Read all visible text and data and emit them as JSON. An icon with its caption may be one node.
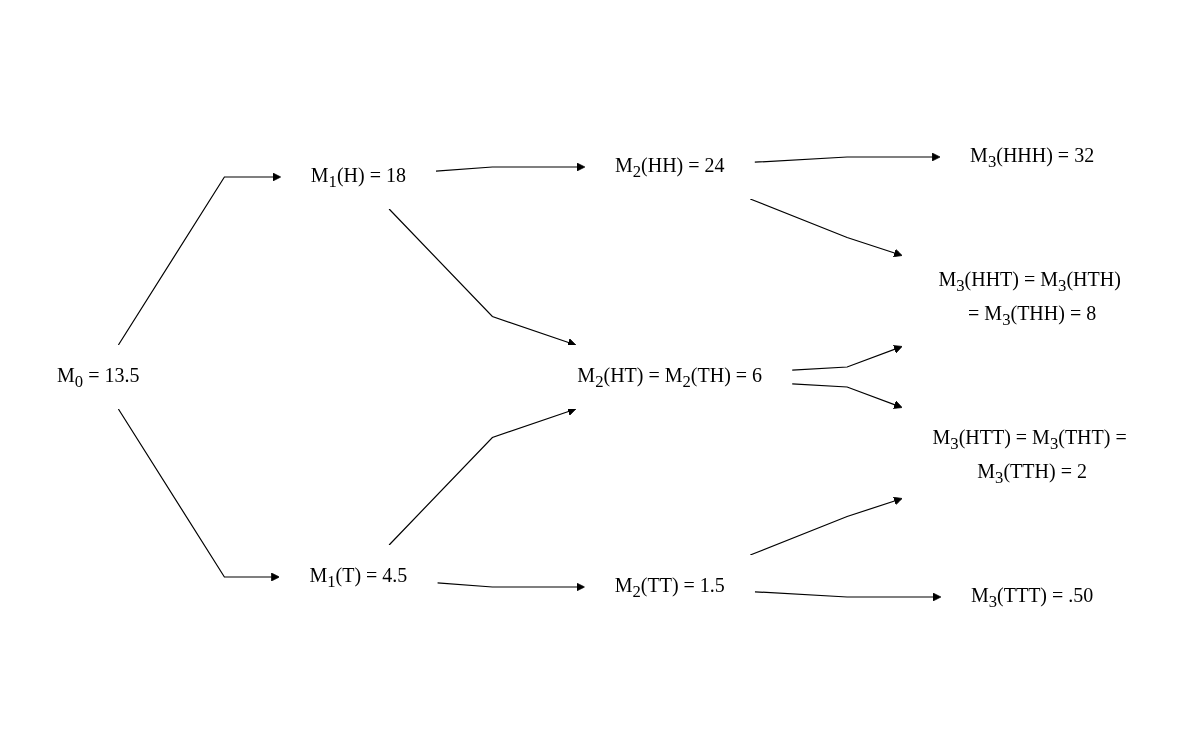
{
  "diagram": {
    "nodes": [
      {
        "text": [
          "M$_{0}$ = 13.5"
        ]
      },
      {
        "text": [
          "M$_{1}$(H) = 18"
        ]
      },
      {
        "text": [
          "M$_{1}$(T) = 4.5"
        ]
      },
      {
        "text": [
          "M$_{2}$(HH) = 24"
        ]
      },
      {
        "text": [
          "M$_{2}$(HT) = M$_{2}$(TH) = 6"
        ]
      },
      {
        "text": [
          "M$_{2}$(TT) = 1.5"
        ]
      },
      {
        "text": [
          "M$_{3}$(HHH) = 32"
        ]
      },
      {
        "text": [
          "M$_{3}$(HHT) = M$_{3}$(HTH) = M$_{3}$(THH) = 8"
        ]
      },
      {
        "text": [
          "M$_{3}$(HTT) = M$_{3}$(THT) = M$_{3}$(TTH) = 2"
        ]
      },
      {
        "text": [
          "M$_{3}$(TTT) = .50"
        ]
      }
    ],
    "edges": [
      {
        "from": 0,
        "to": 1,
        "arrow": "to"
      },
      {
        "from": 0,
        "to": 2,
        "arrow": "to"
      },
      {
        "from": 1,
        "to": 3,
        "arrow": "to"
      },
      {
        "from": 1,
        "to": 4,
        "arrow": "to"
      },
      {
        "from": 2,
        "to": 4,
        "arrow": "to"
      },
      {
        "from": 2,
        "to": 5,
        "arrow": "to"
      },
      {
        "from": 3,
        "to": 6,
        "arrow": "to"
      },
      {
        "from": 3,
        "to": 7,
        "arrow": "to"
      },
      {
        "from": 4,
        "to": 7,
        "arrow": "to"
      },
      {
        "from": 4,
        "to": 8,
        "arrow": "to"
      },
      {
        "from": 5,
        "to": 8,
        "arrow": "to"
      },
      {
        "from": 5,
        "to": 9,
        "arrow": "to"
      }
    ]
  }
}
